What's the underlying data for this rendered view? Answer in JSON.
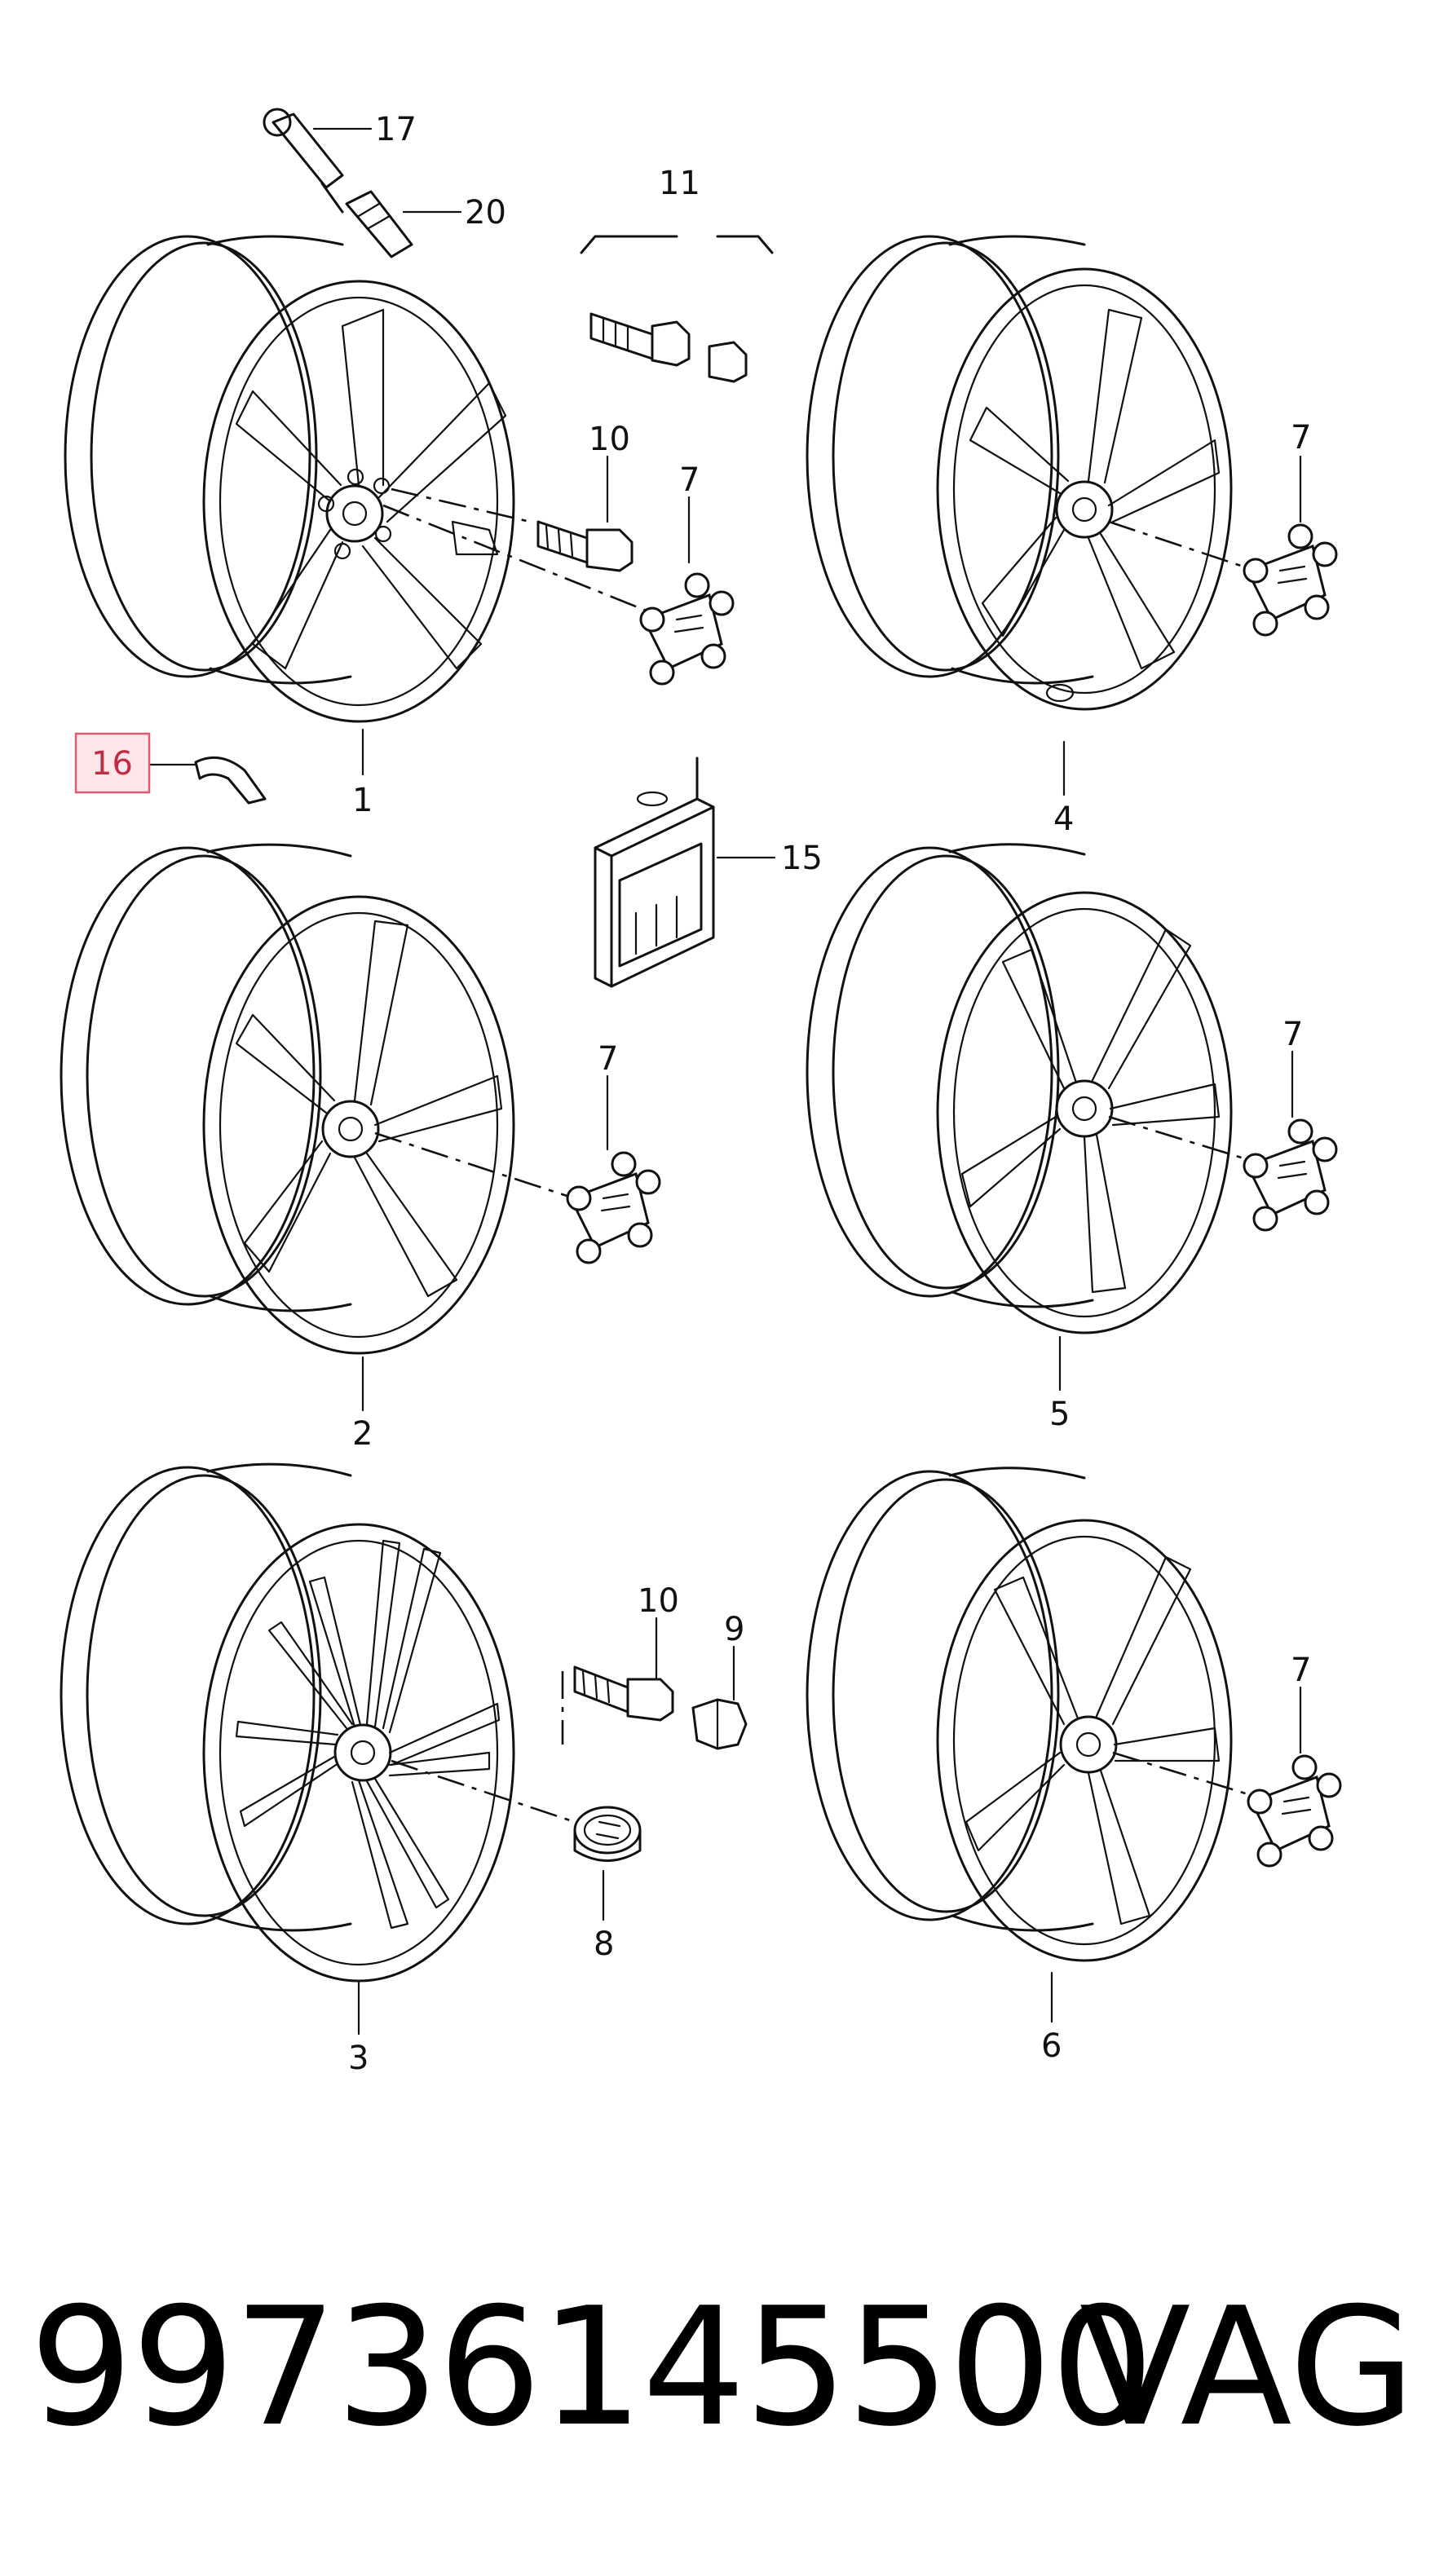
{
  "diagram": {
    "callouts": [
      {
        "id": "1",
        "label": "1"
      },
      {
        "id": "2",
        "label": "2"
      },
      {
        "id": "3",
        "label": "3"
      },
      {
        "id": "4",
        "label": "4"
      },
      {
        "id": "5",
        "label": "5"
      },
      {
        "id": "6",
        "label": "6"
      },
      {
        "id": "7",
        "label": "7"
      },
      {
        "id": "8",
        "label": "8"
      },
      {
        "id": "9",
        "label": "9"
      },
      {
        "id": "10",
        "label": "10"
      },
      {
        "id": "11",
        "label": "11"
      },
      {
        "id": "15",
        "label": "15"
      },
      {
        "id": "16",
        "label": "16"
      },
      {
        "id": "17",
        "label": "17"
      },
      {
        "id": "20",
        "label": "20",
        "highlighted": true
      }
    ],
    "highlight_color": "#e05a6e"
  },
  "footer": {
    "part_number": "99736145500",
    "brand": "VAG"
  }
}
